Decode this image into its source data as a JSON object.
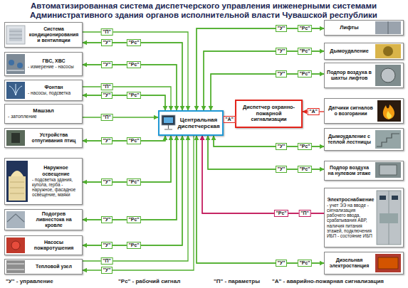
{
  "diagram": {
    "title": "Автоматизированная система диспетчерского управления инженерными системами Административного здания органов исполнительной власти Чувашской республики",
    "nodes": [
      {
        "text": [
          "Система кондиционирования и вентиляции"
        ]
      },
      {
        "text": [
          "ГВС, ХВС",
          "- измерение - насосы"
        ]
      },
      {
        "text": [
          "Фонтан",
          "- насосы, подсветка"
        ]
      },
      {
        "text": [
          "Машзал",
          "- затопление"
        ]
      },
      {
        "text": [
          "Устройства отпугивания птиц"
        ]
      },
      {
        "text": [
          "Наружное освещение",
          "- подсветка здания, купола, герба - наружное, фасадное освещение, маяки"
        ]
      },
      {
        "text": [
          "Подогрев ливнестока на кровле"
        ]
      },
      {
        "text": [
          "Насосы пожаротушения"
        ]
      },
      {
        "text": [
          "Тепловой узел"
        ]
      },
      {
        "text": [
          "Центральная диспетчерская"
        ]
      },
      {
        "text": [
          "Диспетчер охранно-пожарной сигнализации"
        ]
      },
      {
        "text": [
          "Лифты"
        ]
      },
      {
        "text": [
          "Дымоудаление"
        ]
      },
      {
        "text": [
          "Подпор воздуха в шахты лифтов"
        ]
      },
      {
        "text": [
          "Датчики сигналов о возгорании"
        ]
      },
      {
        "text": [
          "Дымоудаление с теплой лестницы"
        ]
      },
      {
        "text": [
          "Подпор воздуха на нулевом этаже"
        ]
      },
      {
        "text": [
          "Электроснабжение",
          "- учет ЭЭ на вводе - сигнализация рабочего ввода, срабатывания АВР, наличия питания этажей, подключения ИБП - состояние ИБП"
        ]
      },
      {
        "text": [
          "Дизельная электростанция"
        ]
      }
    ],
    "edges": [
      {
        "from": 0,
        "to": 9,
        "arrow": "to",
        "label": "\"П\""
      },
      {
        "from": 9,
        "to": 0,
        "arrow": "to",
        "label": "\"У\""
      },
      {
        "from": 0,
        "to": 9,
        "arrow": "to",
        "label": "\"Рс\""
      },
      {
        "from": 9,
        "to": 1,
        "arrow": "to",
        "label": "\"У\""
      },
      {
        "from": 1,
        "to": 9,
        "arrow": "to",
        "label": "\"Рс\""
      },
      {
        "from": 2,
        "to": 9,
        "arrow": "to",
        "label": "\"П\""
      },
      {
        "from": 9,
        "to": 2,
        "arrow": "to",
        "label": "\"У\""
      },
      {
        "from": 2,
        "to": 9,
        "arrow": "to",
        "label": "\"Рс\""
      },
      {
        "from": 3,
        "to": 9,
        "arrow": "to",
        "label": "\"П\""
      },
      {
        "from": 9,
        "to": 4,
        "arrow": "to",
        "label": "\"У\""
      },
      {
        "from": 4,
        "to": 9,
        "arrow": "to",
        "label": "\"Рс\""
      },
      {
        "from": 9,
        "to": 5,
        "arrow": "to",
        "label": "\"У\""
      },
      {
        "from": 5,
        "to": 9,
        "arrow": "to",
        "label": "\"Рс\""
      },
      {
        "from": 9,
        "to": 6,
        "arrow": "to",
        "label": "\"У\""
      },
      {
        "from": 6,
        "to": 9,
        "arrow": "to",
        "label": "\"Рс\""
      },
      {
        "from": 9,
        "to": 7,
        "arrow": "to",
        "label": "\"У\""
      },
      {
        "from": 7,
        "to": 9,
        "arrow": "to",
        "label": "\"Рс\""
      },
      {
        "from": 8,
        "to": 9,
        "arrow": "to",
        "label": "\"П\""
      },
      {
        "from": 9,
        "to": 8,
        "arrow": "to",
        "label": "\"У\""
      },
      {
        "from": 9,
        "to": 11,
        "arrow": "to",
        "label": "\"У\""
      },
      {
        "from": 11,
        "to": 9,
        "arrow": "to",
        "label": "\"Рс\""
      },
      {
        "from": 9,
        "to": 12,
        "arrow": "to",
        "label": "\"У\""
      },
      {
        "from": 12,
        "to": 9,
        "arrow": "to",
        "label": "\"Рс\""
      },
      {
        "from": 9,
        "to": 13,
        "arrow": "to",
        "label": "\"У\""
      },
      {
        "from": 13,
        "to": 9,
        "arrow": "to",
        "label": "\"Рс\""
      },
      {
        "from": 14,
        "to": 10,
        "arrow": "to",
        "label": "\"А\""
      },
      {
        "from": 10,
        "to": 9,
        "arrow": "to",
        "label": "\"А\""
      },
      {
        "from": 9,
        "to": 15,
        "arrow": "to",
        "label": "\"У\""
      },
      {
        "from": 15,
        "to": 9,
        "arrow": "to",
        "label": "\"Рс\""
      },
      {
        "from": 9,
        "to": 16,
        "arrow": "to",
        "label": "\"У\""
      },
      {
        "from": 16,
        "to": 9,
        "arrow": "to",
        "label": "\"Рс\""
      },
      {
        "from": 17,
        "to": 9,
        "arrow": "to",
        "label": "\"Рс\""
      },
      {
        "from": 17,
        "to": 9,
        "arrow": "to",
        "label": "\"П\""
      },
      {
        "from": 9,
        "to": 18,
        "arrow": "to",
        "label": "\"У\""
      },
      {
        "from": 18,
        "to": 9,
        "arrow": "to",
        "label": "\"Рс\""
      }
    ],
    "legend": [
      {
        "text": "\"У\" - управление"
      },
      {
        "text": "\"Рс\" - рабочий сигнал"
      },
      {
        "text": "\"П\" - параметры"
      },
      {
        "text": "\"А\" - аварийно-пожарная сигнализация"
      }
    ]
  }
}
